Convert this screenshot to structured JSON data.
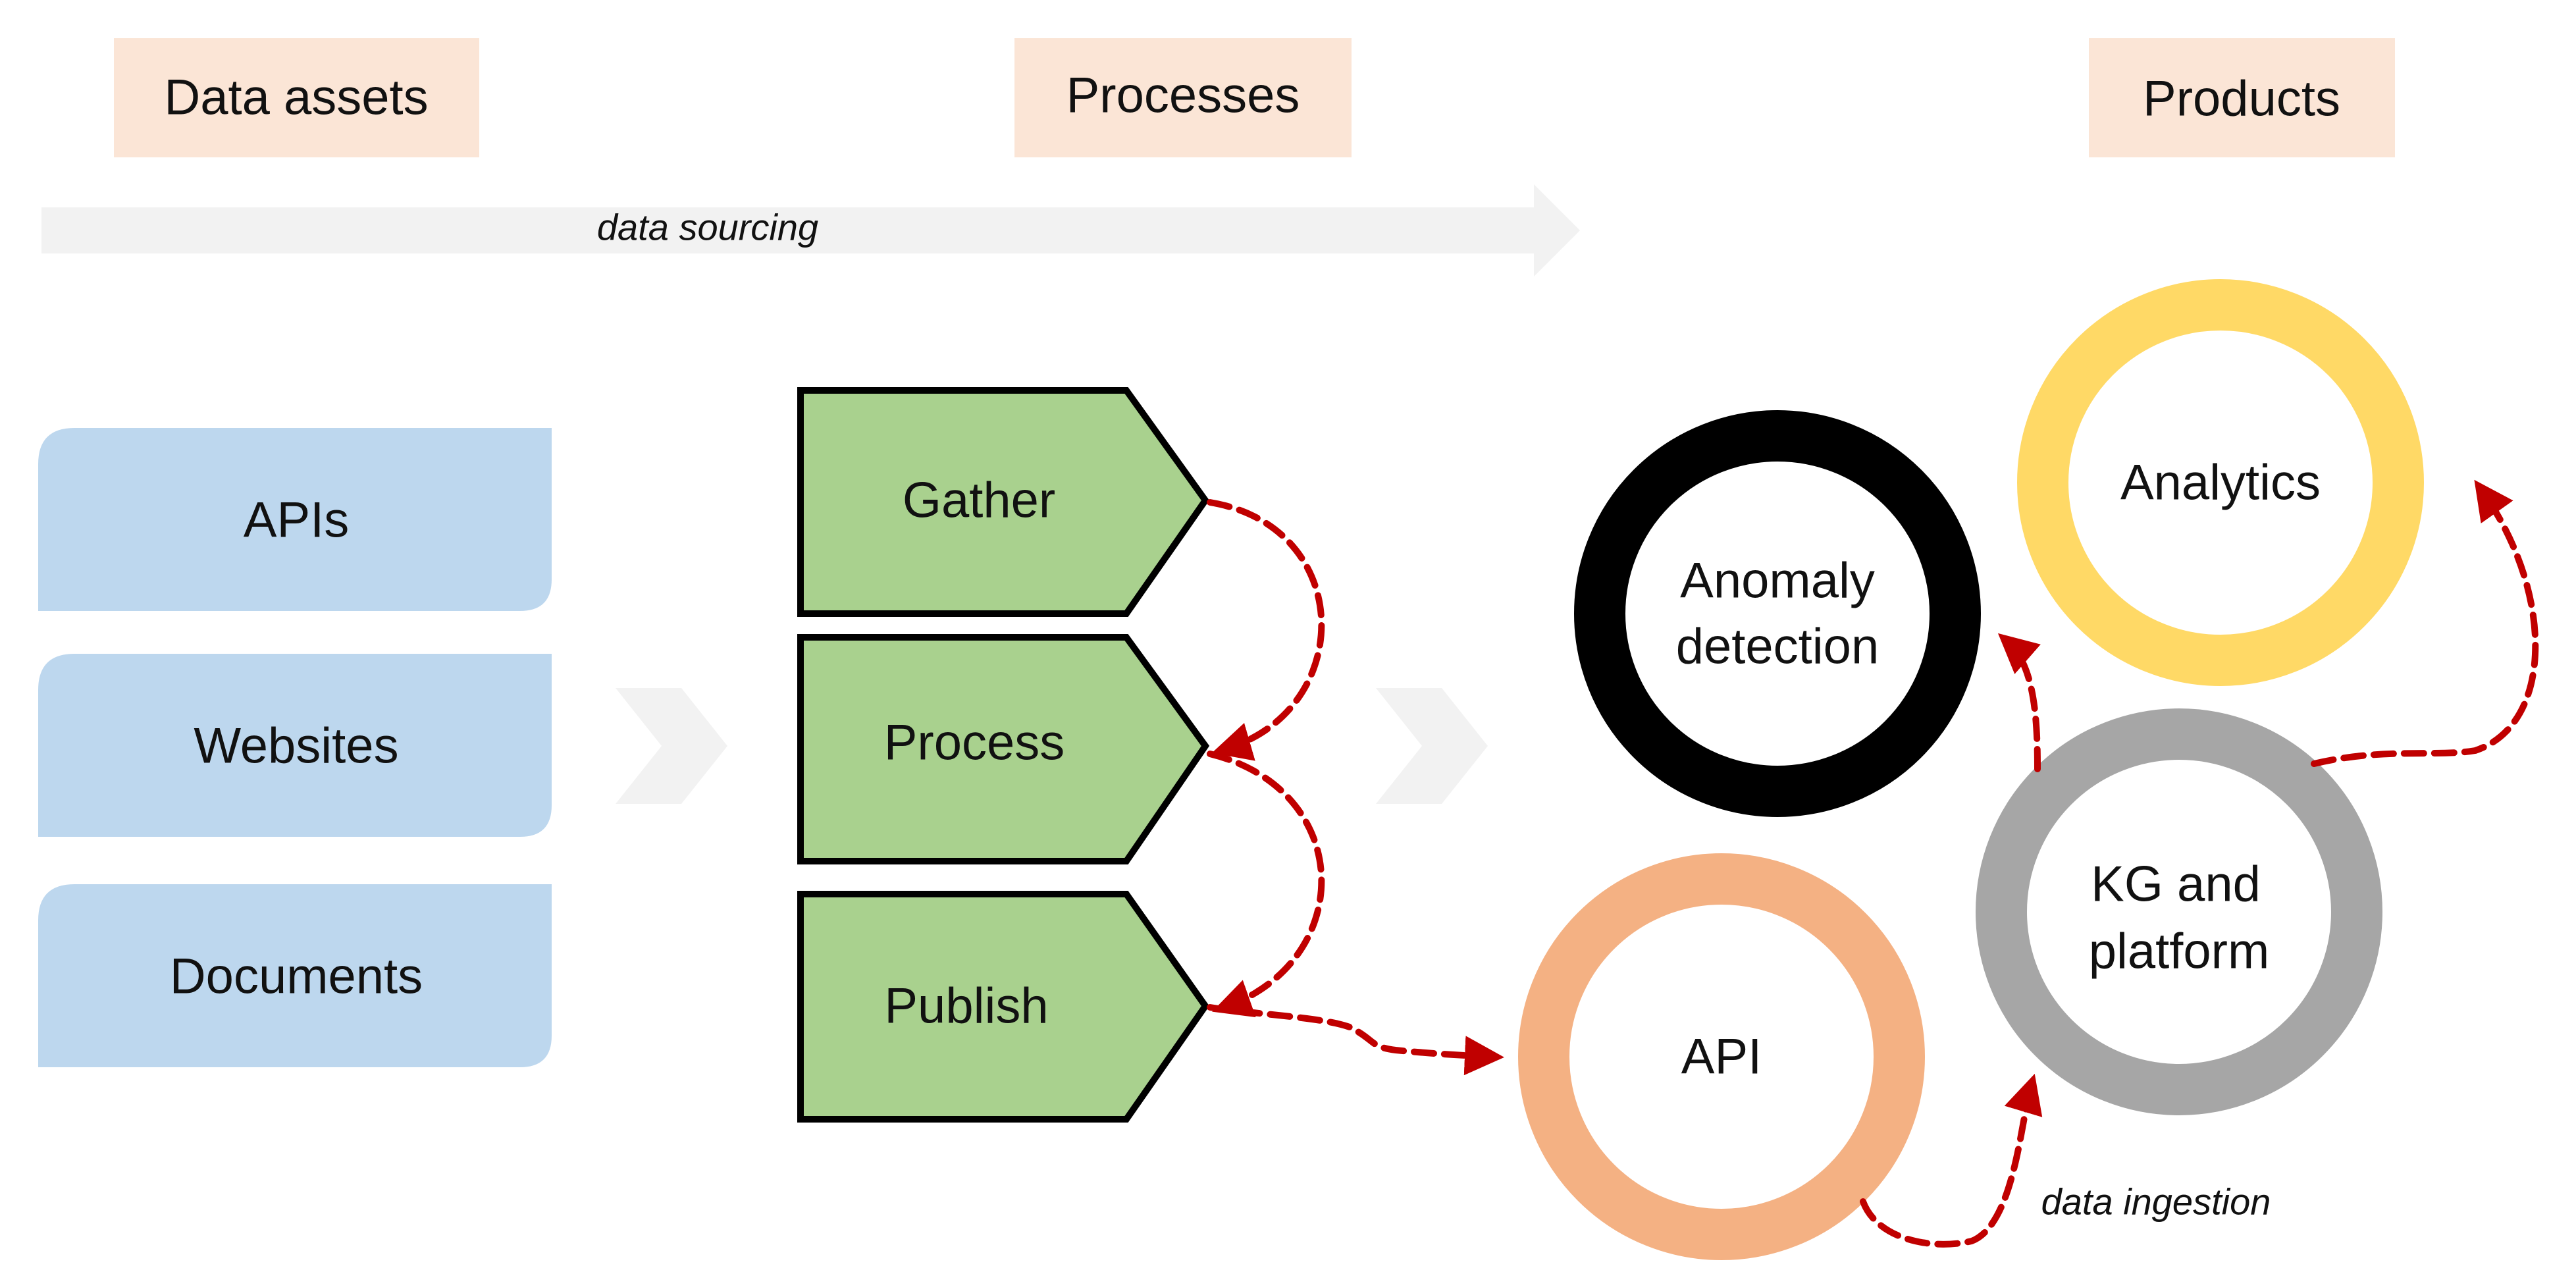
{
  "headers": {
    "data_assets": "Data assets",
    "processes": "Processes",
    "products": "Products"
  },
  "flow": {
    "sourcing_label": "data sourcing",
    "ingestion_label": "data ingestion"
  },
  "data_assets": [
    {
      "label": "APIs"
    },
    {
      "label": "Websites"
    },
    {
      "label": "Documents"
    }
  ],
  "processes": [
    {
      "label": "Gather"
    },
    {
      "label": "Process"
    },
    {
      "label": "Publish"
    }
  ],
  "products": {
    "anomaly": {
      "line1": "Anomaly",
      "line2": "detection"
    },
    "analytics": {
      "label": "Analytics"
    },
    "kg": {
      "line1": "KG and",
      "line2": "platform"
    },
    "api": {
      "label": "API"
    }
  },
  "colors": {
    "header_fill": "#fbe5d6",
    "arrow_band": "#f2f2f2",
    "asset_fill": "#bdd7ee",
    "process_fill": "#a9d18e",
    "connector": "#c00000",
    "ring_anomaly": "#000000",
    "ring_analytics": "#ffd966",
    "ring_kg": "#a6a6a6",
    "ring_api": "#f4b183"
  }
}
